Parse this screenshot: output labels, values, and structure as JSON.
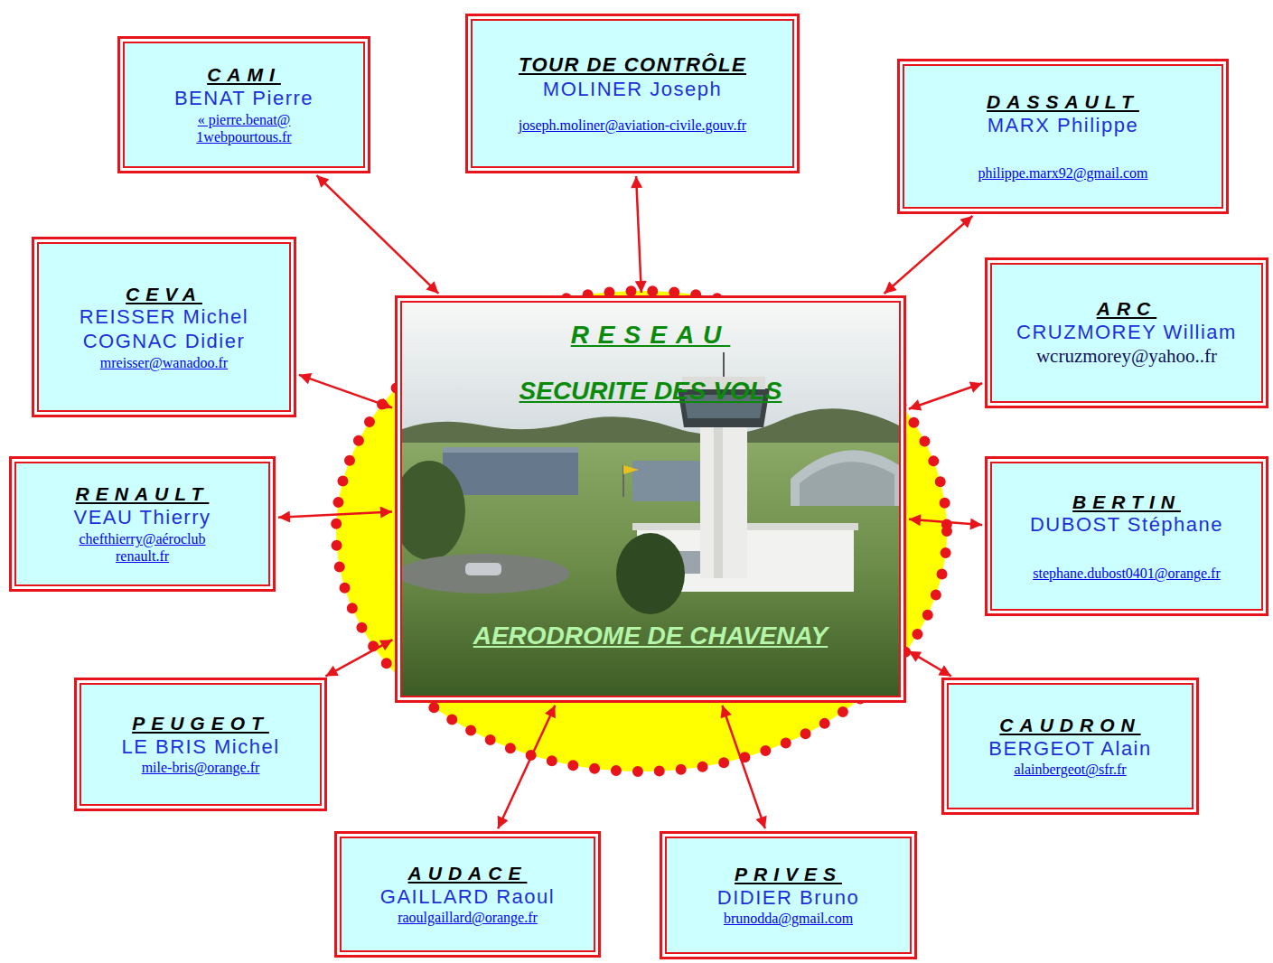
{
  "diagram": {
    "nodes": [
      {
        "text": [
          "CAMI",
          "BENAT Pierre",
          "« pierre.benat@ 1webpourtous.fr"
        ]
      },
      {
        "text": [
          "TOUR DE CONTRÔLE",
          "MOLINER Joseph",
          "joseph.moliner@aviation-civile.gouv.fr"
        ]
      },
      {
        "text": [
          "DASSAULT",
          "MARX Philippe",
          "philippe.marx92@gmail.com"
        ]
      },
      {
        "text": [
          "CEVA",
          "REISSER Michel",
          "COGNAC Didier",
          "mreisser@wanadoo.fr"
        ]
      },
      {
        "text": [
          "RESEAU",
          "SECURITE DES VOLS",
          "AERODROME DE CHAVENAY"
        ]
      },
      {
        "text": [
          "ARC",
          "CRUZMOREY William",
          "wcruzmorey@yahoo..fr"
        ]
      },
      {
        "text": [
          "RENAULT",
          "VEAU Thierry",
          "chefthierry@aéroclub renault.fr"
        ]
      },
      {
        "text": [
          "BERTIN",
          "DUBOST Stéphane",
          "stephane.dubost0401@orange.fr"
        ]
      },
      {
        "text": [
          "PEUGEOT",
          "LE BRIS Michel",
          "mile-bris@orange.fr"
        ]
      },
      {
        "text": [
          "CAUDRON",
          "BERGEOT Alain",
          "alainbergeot@sfr.fr"
        ]
      },
      {
        "text": [
          "AUDACE",
          "GAILLARD Raoul",
          "raoulgaillard@orange.fr"
        ]
      },
      {
        "text": [
          "PRIVES",
          "DIDIER Bruno",
          "brunodda@gmail.com"
        ]
      }
    ],
    "edges": [
      {
        "from": 4,
        "to": 0,
        "arrow": "both"
      },
      {
        "from": 4,
        "to": 1,
        "arrow": "both"
      },
      {
        "from": 4,
        "to": 2,
        "arrow": "both"
      },
      {
        "from": 4,
        "to": 3,
        "arrow": "both"
      },
      {
        "from": 4,
        "to": 5,
        "arrow": "both"
      },
      {
        "from": 4,
        "to": 6,
        "arrow": "both"
      },
      {
        "from": 4,
        "to": 7,
        "arrow": "both"
      },
      {
        "from": 4,
        "to": 8,
        "arrow": "both"
      },
      {
        "from": 4,
        "to": 9,
        "arrow": "both"
      },
      {
        "from": 4,
        "to": 10,
        "arrow": "both"
      },
      {
        "from": 4,
        "to": 11,
        "arrow": "both"
      }
    ]
  }
}
